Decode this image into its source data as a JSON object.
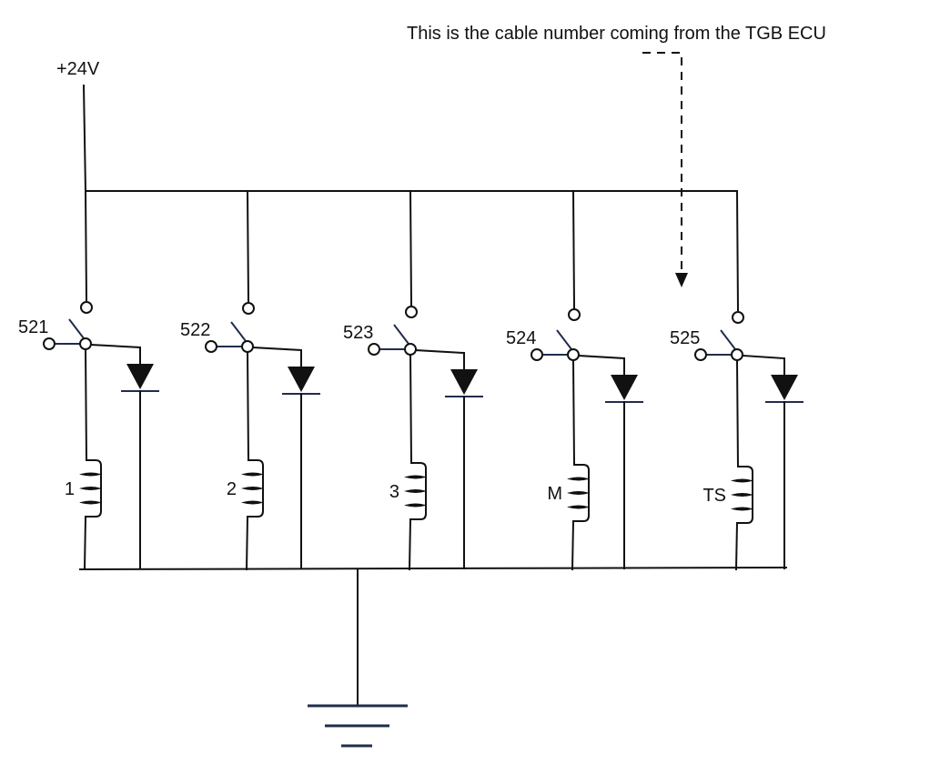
{
  "supply": {
    "label": "+24V"
  },
  "annotation": {
    "text": "This is the cable number coming from the TGB ECU",
    "target_relay": "525"
  },
  "relays": [
    {
      "cable": "521",
      "coil": "1"
    },
    {
      "cable": "522",
      "coil": "2"
    },
    {
      "cable": "523",
      "coil": "3"
    },
    {
      "cable": "524",
      "coil": "M"
    },
    {
      "cable": "525",
      "coil": "TS"
    }
  ],
  "ground": {
    "symbol": "ground-icon"
  },
  "colors": {
    "wire": "#111111",
    "switch_arm": "#1f2d4d",
    "ground": "#1f2d4d"
  }
}
